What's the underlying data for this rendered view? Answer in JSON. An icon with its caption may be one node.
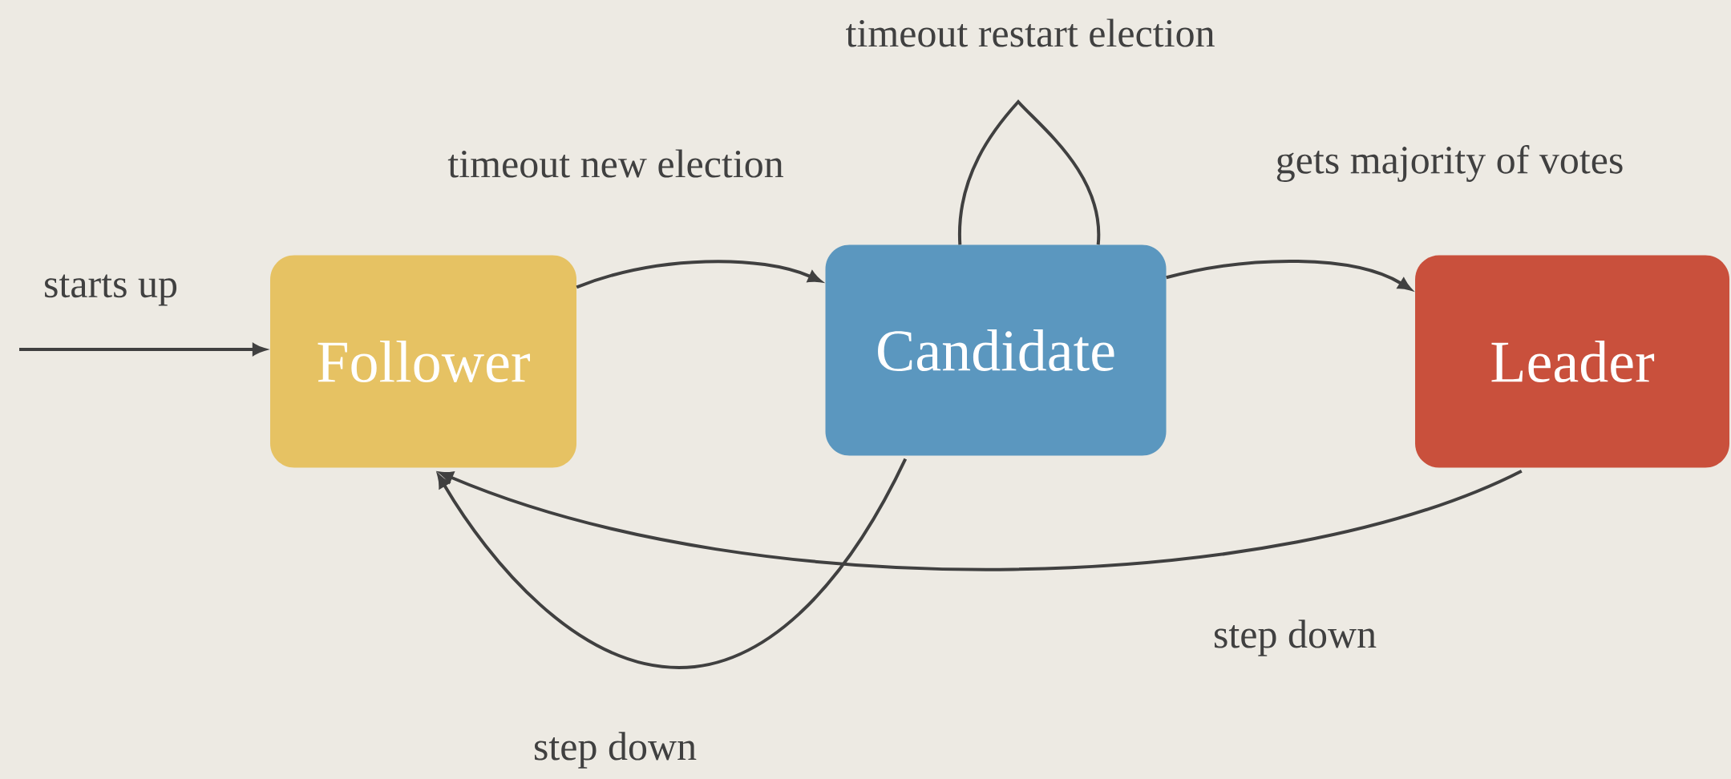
{
  "diagram": {
    "nodes": [
      {
        "text": [
          "Follower"
        ]
      },
      {
        "text": [
          "Candidate"
        ]
      },
      {
        "text": [
          "Leader"
        ]
      }
    ],
    "edges": [
      {
        "from": null,
        "to": 0,
        "arrow": "to",
        "label": "starts up"
      },
      {
        "from": 0,
        "to": 1,
        "arrow": "to",
        "label": "timeout new election"
      },
      {
        "from": 1,
        "to": 1,
        "arrow": "none",
        "label": "timeout restart election"
      },
      {
        "from": 1,
        "to": 2,
        "arrow": "to",
        "label": "gets majority of votes"
      },
      {
        "from": 1,
        "to": 0,
        "arrow": "to",
        "label": "step down"
      },
      {
        "from": 2,
        "to": 0,
        "arrow": "to",
        "label": "step down"
      }
    ]
  }
}
